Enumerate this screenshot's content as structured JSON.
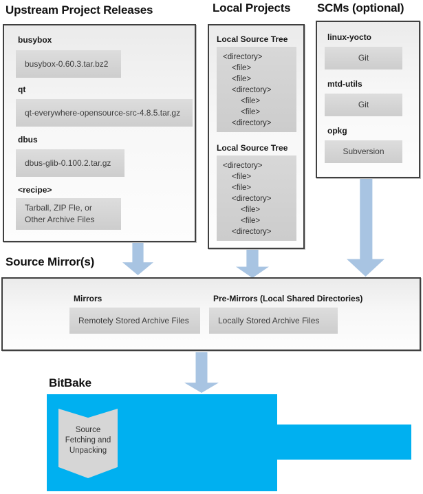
{
  "upstream": {
    "title": "Upstream Project Releases",
    "items": [
      {
        "label": "busybox",
        "value": "busybox-0.60.3.tar.bz2"
      },
      {
        "label": "qt",
        "value": "qt-everywhere-opensource-src-4.8.5.tar.gz"
      },
      {
        "label": "dbus",
        "value": "dbus-glib-0.100.2.tar.gz"
      },
      {
        "label": "<recipe>",
        "lines": [
          "Tarball, ZIP Fle, or",
          "Other Archive Files"
        ]
      }
    ]
  },
  "local_projects": {
    "title": "Local Projects",
    "sections": [
      {
        "heading": "Local Source Tree",
        "lines": [
          {
            "text": "<directory>",
            "indent": 0
          },
          {
            "text": "<file>",
            "indent": 1
          },
          {
            "text": "<file>",
            "indent": 1
          },
          {
            "text": "<directory>",
            "indent": 1
          },
          {
            "text": "<file>",
            "indent": 2
          },
          {
            "text": "<file>",
            "indent": 2
          },
          {
            "text": "<directory>",
            "indent": 1
          }
        ]
      },
      {
        "heading": "Local Source Tree",
        "lines": [
          {
            "text": "<directory>",
            "indent": 0
          },
          {
            "text": "<file>",
            "indent": 1
          },
          {
            "text": "<file>",
            "indent": 1
          },
          {
            "text": "<directory>",
            "indent": 1
          },
          {
            "text": "<file>",
            "indent": 2
          },
          {
            "text": "<file>",
            "indent": 2
          },
          {
            "text": "<directory>",
            "indent": 1
          }
        ]
      }
    ]
  },
  "scms": {
    "title": "SCMs (optional)",
    "items": [
      {
        "label": "linux-yocto",
        "value": "Git"
      },
      {
        "label": "mtd-utils",
        "value": "Git"
      },
      {
        "label": "opkg",
        "value": "Subversion"
      }
    ]
  },
  "source_mirrors": {
    "title": "Source Mirror(s)",
    "groups": [
      {
        "label": "Mirrors",
        "value": "Remotely Stored Archive Files"
      },
      {
        "label": "Pre-Mirrors (Local Shared Directories)",
        "value": "Locally Stored Archive Files"
      }
    ]
  },
  "bitbake": {
    "title": "BitBake",
    "process_lines": [
      "Source",
      "Fetching and",
      "Unpacking"
    ]
  },
  "colors": {
    "bitbake_blue": "#00b0f0",
    "flow_arrow_blue": "#a8c4e2",
    "box_gray": "#d2d2d2"
  }
}
